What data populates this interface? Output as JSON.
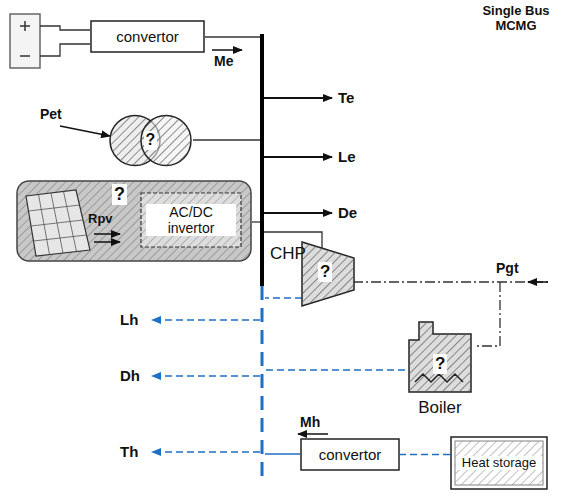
{
  "diagram": {
    "title": "Single Bus MCMG",
    "nodes": [
      {
        "text": [
          "convertor"
        ]
      },
      {
        "text": [
          "?"
        ]
      },
      {
        "text": [
          "?"
        ]
      },
      {
        "text": [
          "AC/DC invertor"
        ],
        "in": 2
      },
      {
        "text": [
          "?",
          "CHP"
        ]
      },
      {
        "text": [
          "?",
          "Boiler"
        ]
      },
      {
        "text": [
          "convertor"
        ]
      },
      {
        "text": [
          "Heat storage"
        ]
      }
    ],
    "edges": [
      {
        "from": 7,
        "to": 6,
        "arrow": "none"
      }
    ],
    "labels": [
      "Me",
      "Te",
      "Pet",
      "Le",
      "De",
      "Rpv",
      "Pgt",
      "Lh",
      "Dh",
      "Th",
      "Mh"
    ]
  }
}
